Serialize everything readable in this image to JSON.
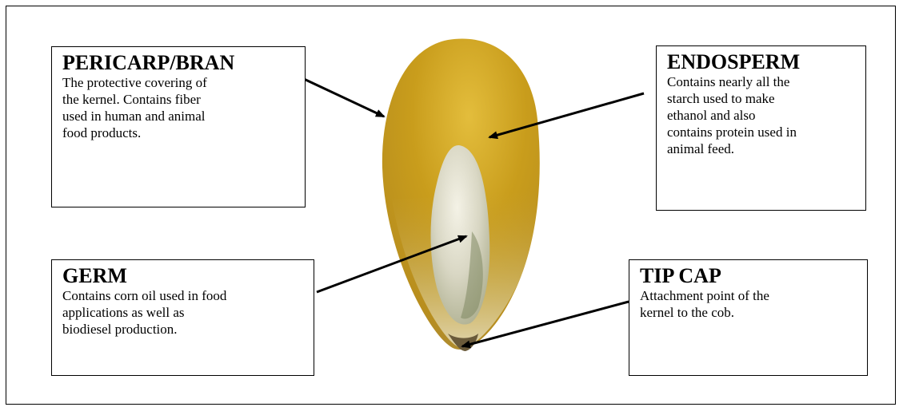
{
  "labels": {
    "pericarp": {
      "title": "PERICARP/BRAN",
      "lines": [
        "The protective covering of",
        "the kernel. Contains fiber",
        "used in human and animal",
        "food products."
      ]
    },
    "endosperm": {
      "title": "ENDOSPERM",
      "lines": [
        "Contains nearly all the",
        "starch used to make",
        "ethanol and also",
        "contains protein used in",
        "animal feed."
      ]
    },
    "germ": {
      "title": "GERM",
      "lines": [
        "Contains corn oil used in food",
        "applications as well as",
        "biodiesel production."
      ]
    },
    "tipcap": {
      "title": "TIP CAP",
      "lines": [
        "Attachment point of the",
        "kernel to the cob."
      ]
    }
  },
  "colors": {
    "kernel_yellow": "#c9a227",
    "kernel_highlight": "#e6c24a",
    "germ_white": "#e8e6d8",
    "arrow": "#000000"
  }
}
